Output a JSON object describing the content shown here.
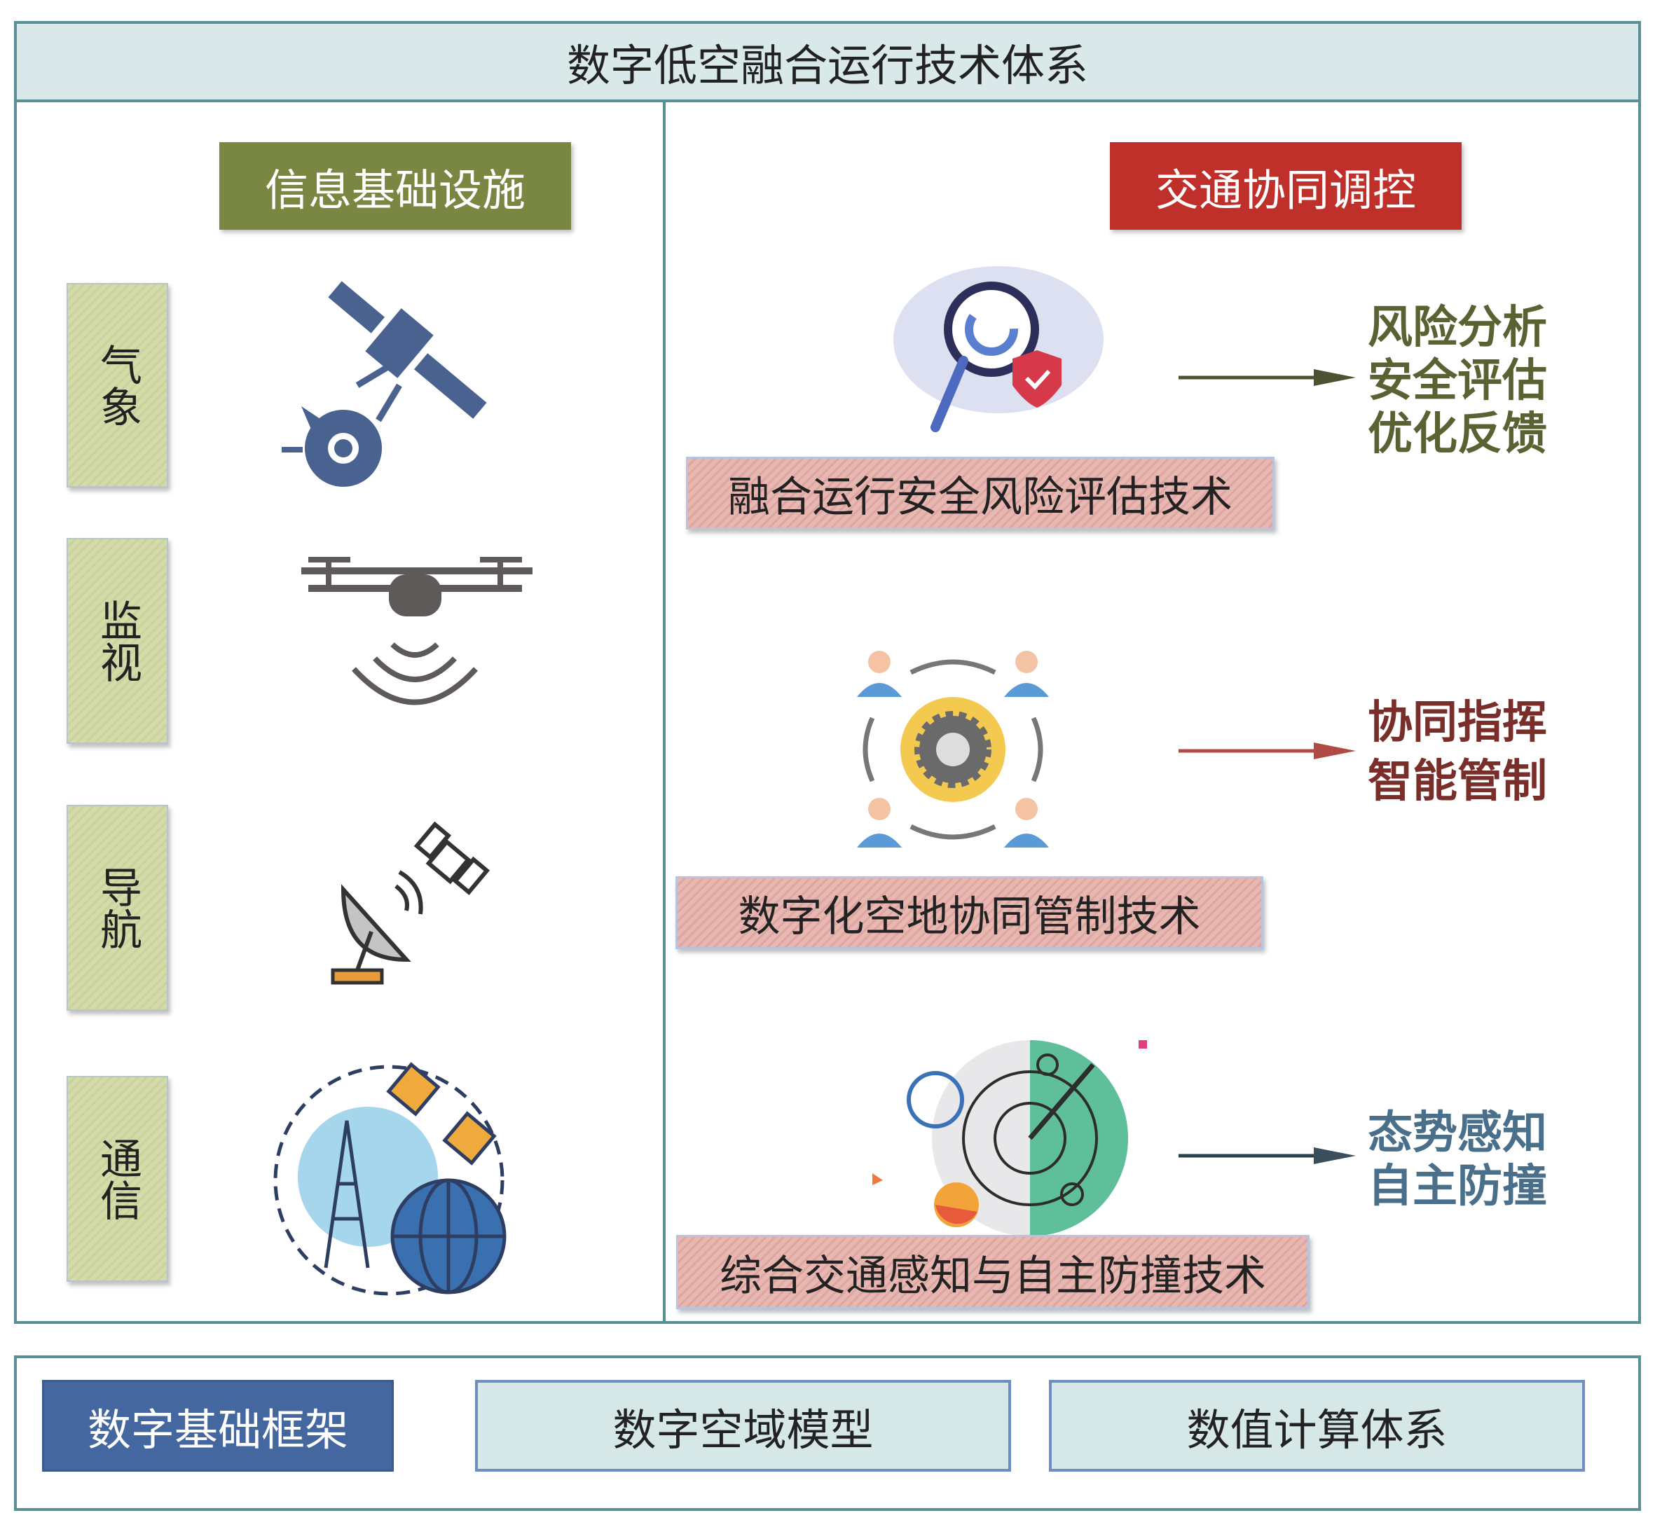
{
  "title": "数字低空融合运行技术体系",
  "left": {
    "header": "信息基础设施",
    "color": "#7a8742",
    "items": [
      {
        "label": "气象",
        "icon": "weather-satellite-icon"
      },
      {
        "label": "监视",
        "icon": "drone-surveillance-icon"
      },
      {
        "label": "导航",
        "icon": "satellite-dish-navigation-icon"
      },
      {
        "label": "通信",
        "icon": "communication-tower-globe-icon"
      }
    ]
  },
  "right": {
    "header": "交通协同调控",
    "color": "#c0302b",
    "techs": [
      {
        "label": "融合运行安全风险评估技术",
        "icon": "risk-analysis-magnifier-icon",
        "outcomes": [
          "风险分析",
          "安全评估",
          "优化反馈"
        ],
        "color": "#5b6132"
      },
      {
        "label": "数字化空地协同管制技术",
        "icon": "collaboration-gear-icon",
        "outcomes": [
          "协同指挥",
          "智能管制"
        ],
        "color": "#7a2e2a"
      },
      {
        "label": "综合交通感知与自主防撞技术",
        "icon": "radar-icon",
        "outcomes": [
          "态势感知",
          "自主防撞"
        ],
        "color": "#4a6f8a"
      }
    ]
  },
  "bottom": {
    "items": [
      "数字基础框架",
      "数字空域模型",
      "数值计算体系"
    ]
  }
}
